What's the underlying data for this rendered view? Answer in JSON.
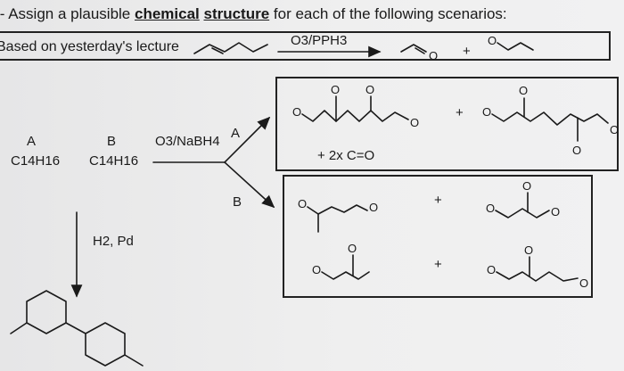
{
  "header": {
    "prefix": "l- Assign a plausible ",
    "bold_1": "chemical",
    "bold_2": "structure",
    "suffix": " for each of the following scenarios:"
  },
  "example": {
    "label": "Based on yesterday's lecture",
    "reagent": "O3/PPH3",
    "plus": "+"
  },
  "compounds": {
    "a_label": "A",
    "a_formula": "C14H16",
    "b_label": "B",
    "b_formula": "C14H16"
  },
  "reaction": {
    "reagent": "O3/NaBH4",
    "branch_a": "A",
    "branch_b": "B",
    "extra_product": "+ 2x C=O",
    "plus": "+",
    "hydrogenation": "H2, Pd"
  },
  "atom_label": "O"
}
